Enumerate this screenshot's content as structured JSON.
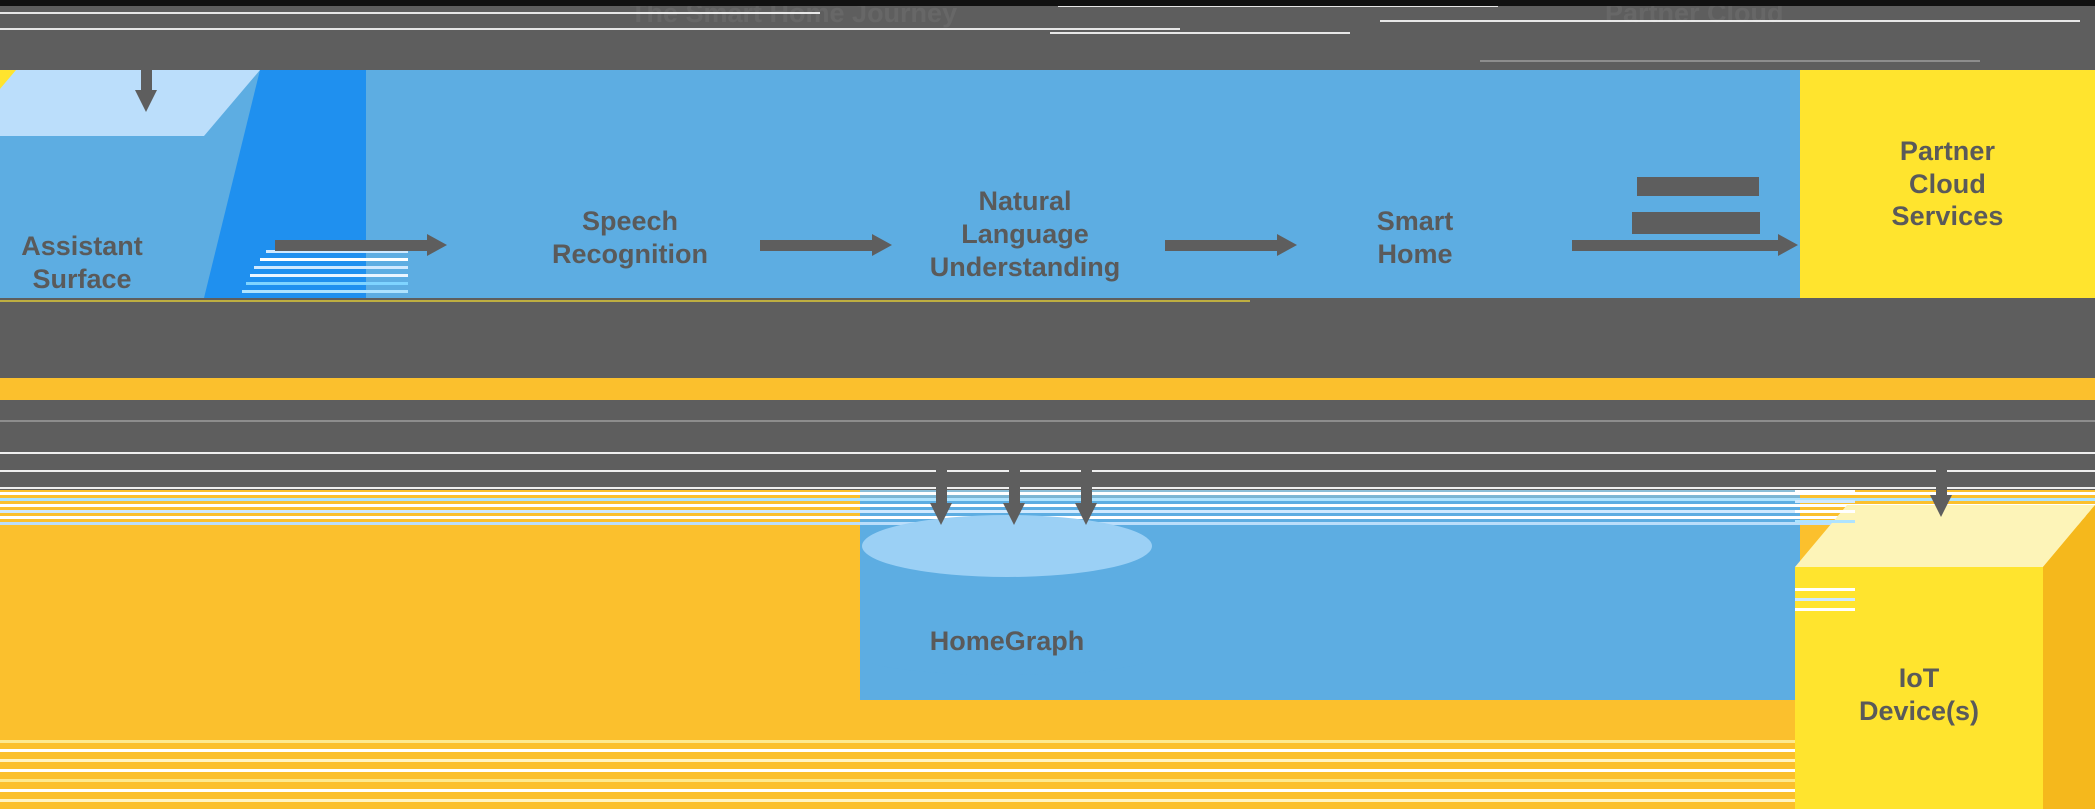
{
  "diagram": {
    "title_left": "The Smart Home Journey",
    "title_right": "Partner Cloud",
    "background_color": "#5e5e5e"
  },
  "palette": {
    "gray_band": "#5e5e5e",
    "blue_band": "#5dade2",
    "amber_band": "#fbc02d",
    "cube_front_blue": "#5dade2",
    "cube_top_blue": "#bbdefb",
    "cube_side_blue": "#1f90ef",
    "cube_front_yellow": "#ffe42e",
    "cube_top_yellow": "#fdf4b8",
    "cube_side_yellow": "#f5b81c",
    "text_gray": "#5a5a5a",
    "arrow_gray": "#5e5e5e",
    "yellow_sliver": "#ffe42e"
  },
  "nodes": [
    {
      "id": "assistant-surface",
      "label": "Assistant\nSurface",
      "shape": "cube",
      "color": "blue"
    },
    {
      "id": "speech-recognition",
      "label": "Speech\nRecognition",
      "shape": "label",
      "color": "blue"
    },
    {
      "id": "natural-language-understanding",
      "label": "Natural\nLanguage\nUnderstanding",
      "shape": "label",
      "color": "blue"
    },
    {
      "id": "smart-home",
      "label": "Smart\nHome",
      "shape": "label",
      "color": "blue"
    },
    {
      "id": "partner-cloud-services",
      "label": "Partner\nCloud\nServices",
      "shape": "panel",
      "color": "yellow"
    },
    {
      "id": "homegraph",
      "label": "HomeGraph",
      "shape": "cylinder",
      "color": "blue"
    },
    {
      "id": "iot-devices",
      "label": "IoT\nDevice(s)",
      "shape": "cube",
      "color": "yellow"
    }
  ],
  "edges": [
    {
      "id": "edge-assistant-to-speech",
      "from": "assistant-surface",
      "to": "speech-recognition",
      "label": ""
    },
    {
      "id": "edge-speech-to-nlu",
      "from": "speech-recognition",
      "to": "natural-language-understanding",
      "label": ""
    },
    {
      "id": "edge-nlu-to-smarthome",
      "from": "natural-language-understanding",
      "to": "smart-home",
      "label": ""
    },
    {
      "id": "edge-smarthome-to-partner",
      "from": "smart-home",
      "to": "partner-cloud-services",
      "label": ""
    },
    {
      "id": "edge-to-homegraph-1",
      "from": "smart-home",
      "to": "homegraph",
      "label": ""
    },
    {
      "id": "edge-to-homegraph-2",
      "from": "smart-home",
      "to": "homegraph",
      "label": ""
    },
    {
      "id": "edge-to-homegraph-3",
      "from": "smart-home",
      "to": "homegraph",
      "label": ""
    },
    {
      "id": "edge-partner-to-iot",
      "from": "partner-cloud-services",
      "to": "iot-devices",
      "label": ""
    }
  ],
  "obscured_labels": [
    {
      "id": "redacted-label-upper",
      "note": "redacted"
    },
    {
      "id": "redacted-label-lower",
      "note": "redacted"
    }
  ]
}
